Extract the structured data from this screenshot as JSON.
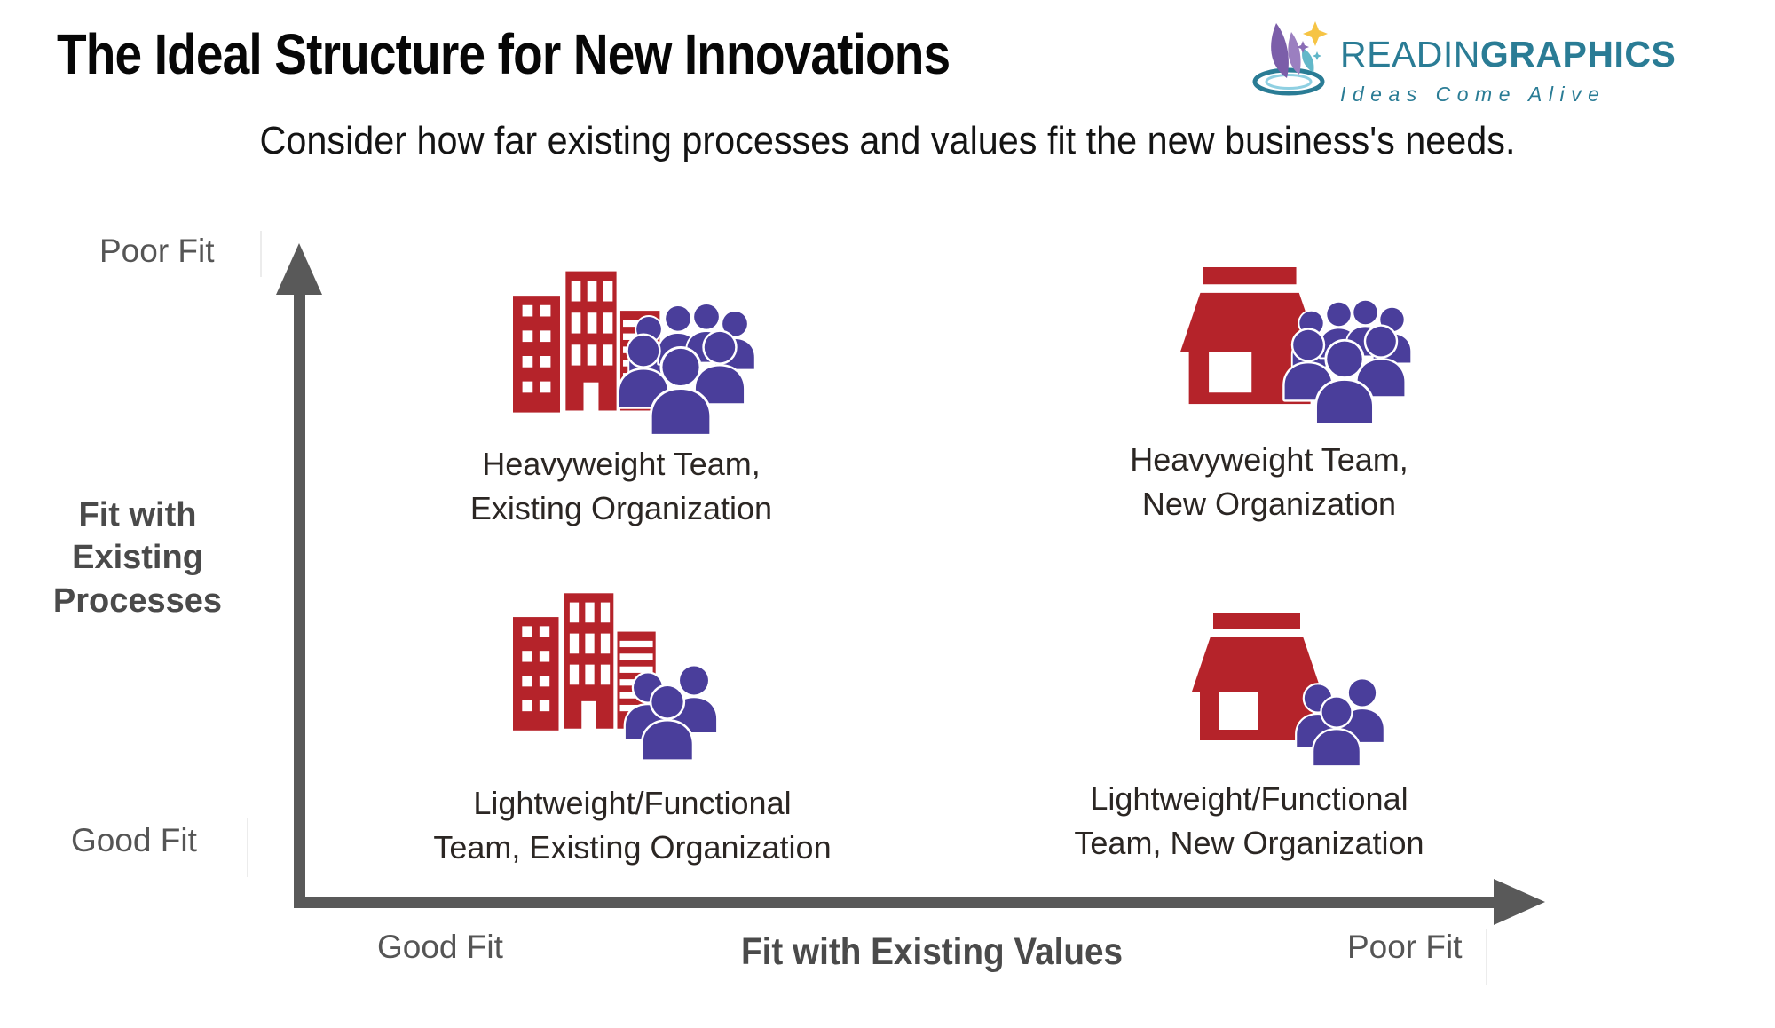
{
  "title": "The Ideal Structure for New Innovations",
  "logo": {
    "brand_regular": "READIN",
    "brand_bold": "GRAPHICS",
    "tagline": "Ideas Come Alive"
  },
  "subtitle": "Consider how far existing processes and values fit the new business's needs.",
  "axes": {
    "y": {
      "title_lines": [
        "Fit with",
        "Existing",
        "Processes"
      ],
      "top_label": "Poor Fit",
      "bottom_label": "Good Fit"
    },
    "x": {
      "title": "Fit with Existing Values",
      "left_label": "Good Fit",
      "right_label": "Poor Fit"
    }
  },
  "quadrants": [
    {
      "position": "top-left",
      "icon": "city-buildings-large-team",
      "line1": "Heavyweight Team,",
      "line2": "Existing Organization"
    },
    {
      "position": "top-right",
      "icon": "storefront-large-team",
      "line1": "Heavyweight Team,",
      "line2": "New Organization"
    },
    {
      "position": "bottom-left",
      "icon": "city-buildings-small-team",
      "line1": "Lightweight/Functional",
      "line2": "Team, Existing Organization"
    },
    {
      "position": "bottom-right",
      "icon": "storefront-small-team",
      "line1": "Lightweight/Functional",
      "line2": "Team, New Organization"
    }
  ],
  "colors": {
    "building_red": "#b5232a",
    "team_purple": "#4a3e9b",
    "axis_arrow_gray": "#595959",
    "tick_label_gray": "#555555",
    "axis_title_gray": "#4a4a4a",
    "quadrant_text": "#2b2623",
    "brand_teal": "#2a7c95",
    "star_yellow": "#f6c445"
  }
}
